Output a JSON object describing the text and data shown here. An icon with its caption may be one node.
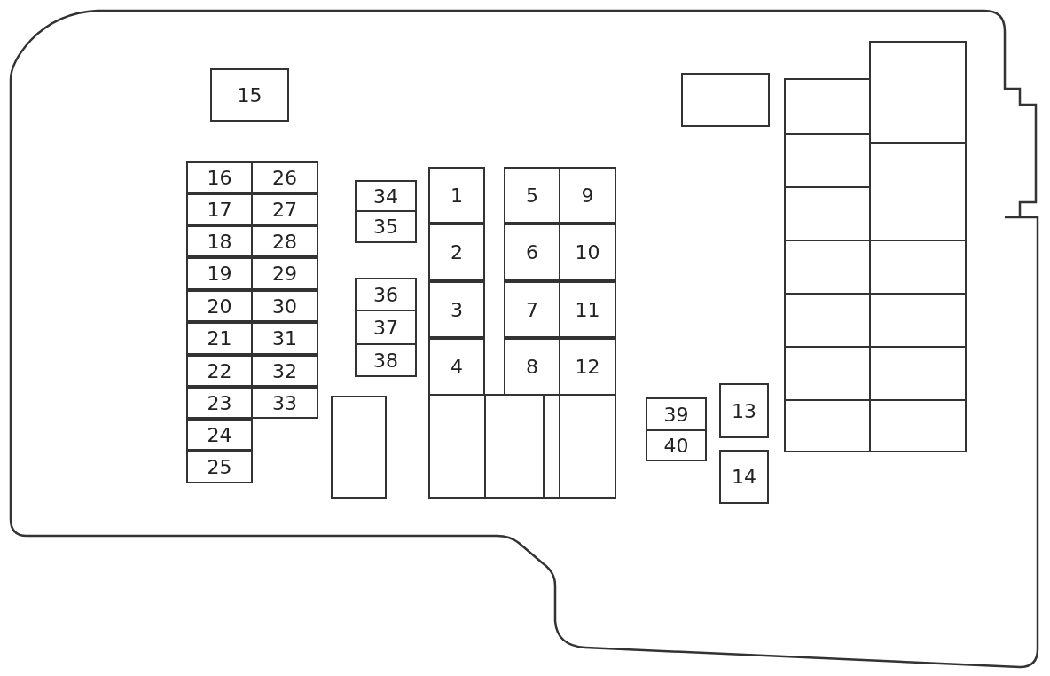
{
  "diagram": {
    "nodes": [
      {
        "text": [
          "15"
        ]
      },
      {
        "text": [
          "16"
        ]
      },
      {
        "text": [
          "17"
        ]
      },
      {
        "text": [
          "18"
        ]
      },
      {
        "text": [
          "19"
        ]
      },
      {
        "text": [
          "20"
        ]
      },
      {
        "text": [
          "21"
        ]
      },
      {
        "text": [
          "22"
        ]
      },
      {
        "text": [
          "23"
        ]
      },
      {
        "text": [
          "24"
        ]
      },
      {
        "text": [
          "25"
        ]
      },
      {
        "text": [
          "26"
        ]
      },
      {
        "text": [
          "27"
        ]
      },
      {
        "text": [
          "28"
        ]
      },
      {
        "text": [
          "29"
        ]
      },
      {
        "text": [
          "30"
        ]
      },
      {
        "text": [
          "31"
        ]
      },
      {
        "text": [
          "32"
        ]
      },
      {
        "text": [
          "33"
        ]
      },
      {
        "text": [
          "34"
        ]
      },
      {
        "text": [
          "35"
        ]
      },
      {
        "text": [
          "36"
        ]
      },
      {
        "text": [
          "37"
        ]
      },
      {
        "text": [
          "38"
        ]
      },
      {
        "text": [],
        "shape": "box"
      },
      {
        "text": [
          "1"
        ]
      },
      {
        "text": [
          "2"
        ]
      },
      {
        "text": [
          "3"
        ]
      },
      {
        "text": [
          "4"
        ]
      },
      {
        "text": [
          "5"
        ]
      },
      {
        "text": [
          "6"
        ]
      },
      {
        "text": [
          "7"
        ]
      },
      {
        "text": [
          "8"
        ]
      },
      {
        "text": [
          "9"
        ]
      },
      {
        "text": [
          "10"
        ]
      },
      {
        "text": [
          "11"
        ]
      },
      {
        "text": [
          "12"
        ]
      },
      {
        "text": [],
        "shape": "box"
      },
      {
        "text": [],
        "shape": "box"
      },
      {
        "text": [],
        "shape": "box"
      },
      {
        "text": [],
        "shape": "box"
      },
      {
        "text": [
          "39"
        ]
      },
      {
        "text": [
          "40"
        ]
      },
      {
        "text": [
          "13"
        ]
      },
      {
        "text": [
          "14"
        ]
      },
      {
        "text": [],
        "shape": "box"
      },
      {
        "text": [],
        "shape": "box"
      },
      {
        "text": [],
        "shape": "box"
      },
      {
        "text": [],
        "shape": "box"
      },
      {
        "text": [],
        "shape": "box"
      },
      {
        "text": [],
        "shape": "box"
      },
      {
        "text": [],
        "shape": "box"
      },
      {
        "text": [],
        "shape": "box"
      },
      {
        "text": [],
        "shape": "box"
      },
      {
        "text": [],
        "shape": "box"
      },
      {
        "text": [],
        "shape": "box"
      },
      {
        "text": [],
        "shape": "box"
      },
      {
        "text": [],
        "shape": "box"
      },
      {
        "text": [],
        "shape": "box"
      }
    ]
  }
}
